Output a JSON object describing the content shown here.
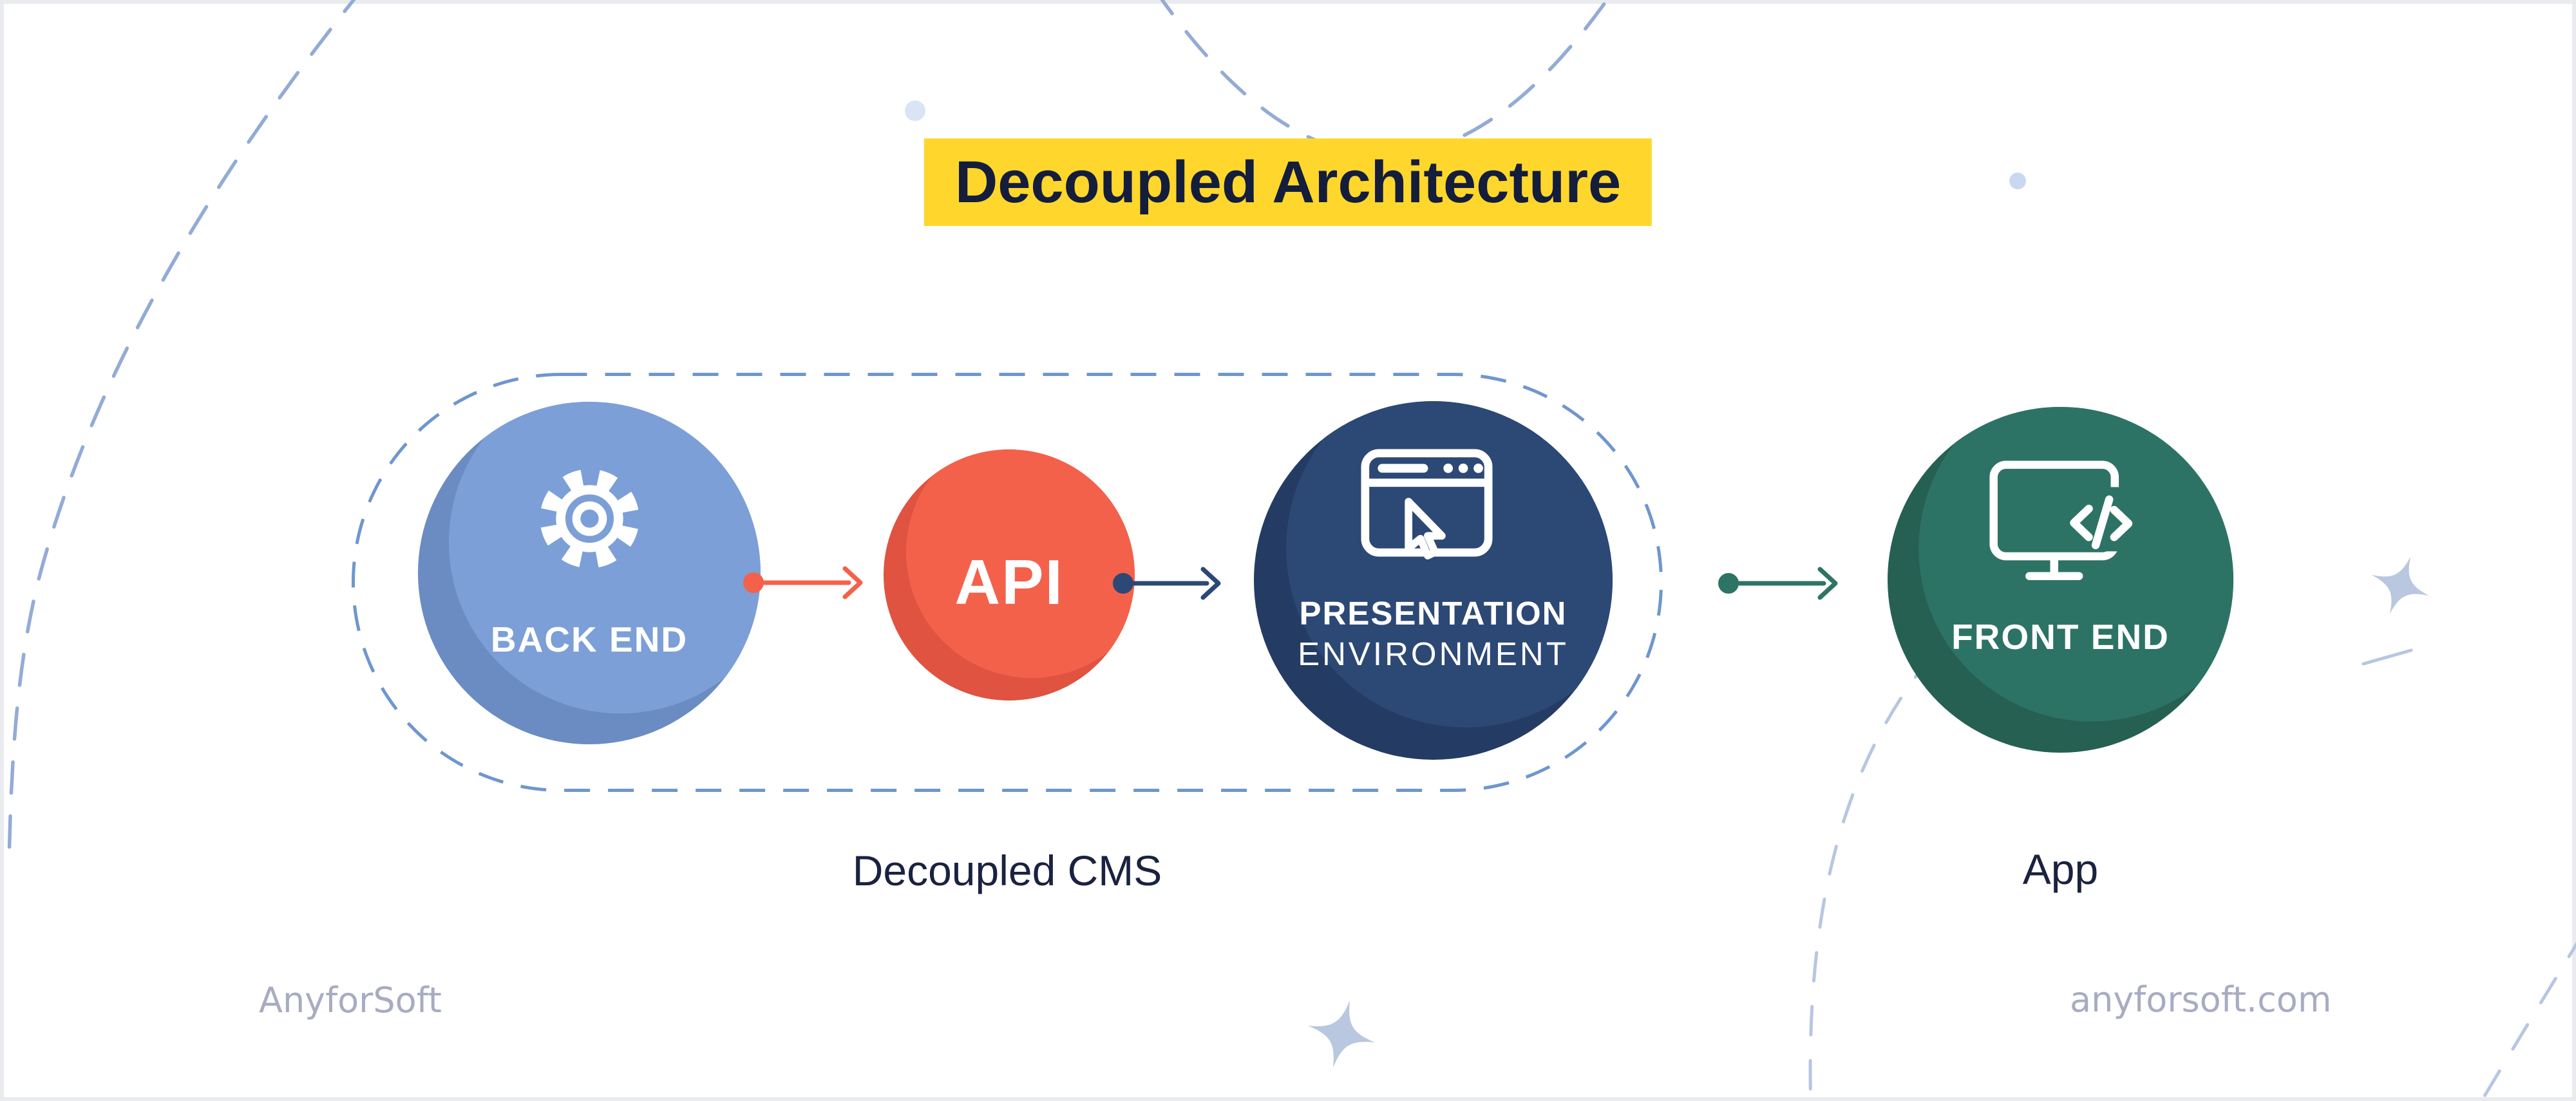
{
  "title": {
    "text": "Decoupled Architecture",
    "highlight_color": "#ffd72c",
    "text_color": "#141d3c"
  },
  "diagram": {
    "icon_color": "#ffffff",
    "group_border_color": "#6f96ce",
    "nodes": [
      {
        "id": "back-end",
        "label": "BACK END",
        "icon": "gear-icon",
        "fill": "#7c9fd7",
        "shadow": "#6b8cc2"
      },
      {
        "id": "api",
        "label": "API",
        "fill": "#f4614b",
        "shadow": "#df5340"
      },
      {
        "id": "presentation",
        "label_line1": "PRESENTATION",
        "label_line2": "ENVIRONMENT",
        "icon": "browser-cursor-icon",
        "fill": "#2c4875",
        "shadow": "#243c63"
      },
      {
        "id": "front-end",
        "label": "FRONT END",
        "icon": "monitor-code-icon",
        "fill": "#2d7365",
        "shadow": "#256053"
      }
    ],
    "connectors": [
      {
        "from": "back-end",
        "to": "api",
        "color": "#f4614b"
      },
      {
        "from": "api",
        "to": "presentation",
        "color": "#2c4875"
      },
      {
        "from": "presentation",
        "to": "front-end",
        "color": "#2e7464"
      }
    ],
    "group_labels": [
      {
        "text": "Decoupled CMS"
      },
      {
        "text": "App"
      }
    ]
  },
  "watermarks": {
    "bottom_left": "AnyforSoft",
    "bottom_right": "anyforsoft.com",
    "color": "#a7acc2"
  },
  "decor": {
    "dash_color": "#93abd6",
    "dash_color_light": "#b7c6e0",
    "star_color": "#b9c7e0",
    "dot_color_1": "#d9e4f5",
    "dot_color_2": "#c9d8f1",
    "frame_border_color": "#e9ebef"
  }
}
